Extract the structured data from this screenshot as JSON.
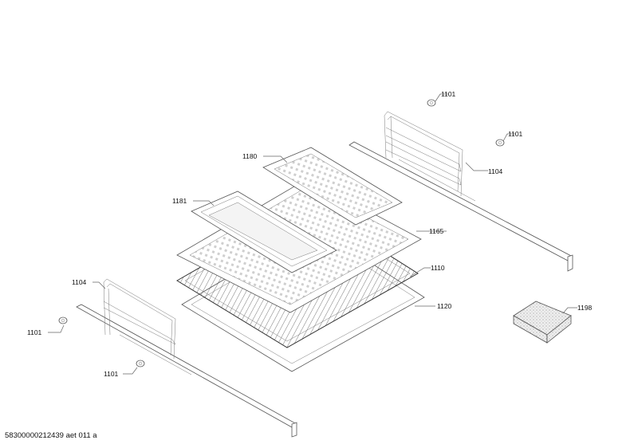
{
  "callouts": {
    "c1101_top": "1101",
    "c1101_right": "1101",
    "c1104_right": "1104",
    "c1180": "1180",
    "c1181": "1181",
    "c1165": "1165",
    "c1110": "1110",
    "c1120": "1120",
    "c1198": "1198",
    "c1104_left": "1104",
    "c1101_left": "1101",
    "c1101_bottom": "1101"
  },
  "footer": {
    "doc_id": "58300000212439 aet 011 a"
  }
}
